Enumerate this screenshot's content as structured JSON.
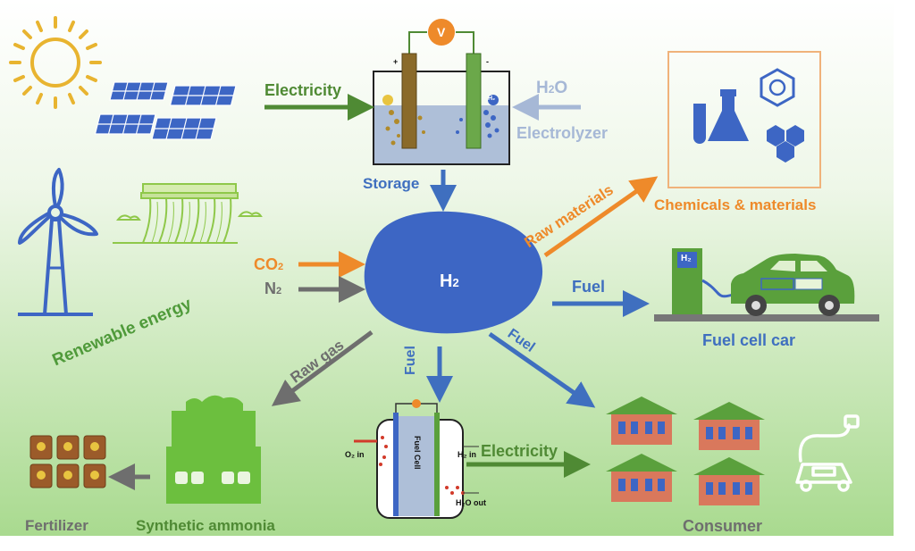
{
  "labels": {
    "electricity_top": "Electricity",
    "h2o_prefix": "H",
    "h2o_sub": "2",
    "h2o_suffix": "O",
    "electrolyzer": "Electrolyzer",
    "storage": "Storage",
    "chemicals": "Chemicals & materials",
    "raw_materials": "Raw materials",
    "renewable_energy": "Renewable energy",
    "co2_prefix": "CO",
    "co2_sub": "2",
    "n2_prefix": "N",
    "n2_sub": "2",
    "h2_prefix": "H",
    "h2_sub": "2",
    "fuel_right": "Fuel",
    "fuel_car": "Fuel cell car",
    "raw_gas": "Raw gas",
    "fuel_down": "Fuel",
    "fuel_diag": "Fuel",
    "electricity_bottom": "Electricity",
    "fertilizer": "Fertilizer",
    "synthetic_ammonia": "Synthetic ammonia",
    "consumer": "Consumer",
    "voltmeter": "V",
    "fuel_cell": "Fuel Cell",
    "o2_in": "O₂ in",
    "h2_in": "H₂ in",
    "h2o_out": "H₂O out",
    "pump_h2": "H₂",
    "electrode_plus": "+",
    "electrode_minus": "-",
    "bubble_h2": "H₂"
  },
  "colors": {
    "blue": "#3f6fbf",
    "green": "#4f9a3a",
    "orange": "#ee8a2a",
    "gray": "#6e6e6e",
    "light_blue": "#a6b8d6",
    "background_top": "#ffffff",
    "background_bottom": "#a7d98d"
  },
  "icons": [
    "sun-icon",
    "solar-panel-icon",
    "wind-turbine-icon",
    "hydropower-dam-icon",
    "electrolyzer-icon",
    "chemicals-icon",
    "fuel-pump-icon",
    "car-icon",
    "factory-icon",
    "fertilizer-bags-icon",
    "fuel-cell-icon",
    "house-icon",
    "ev-charging-icon"
  ]
}
